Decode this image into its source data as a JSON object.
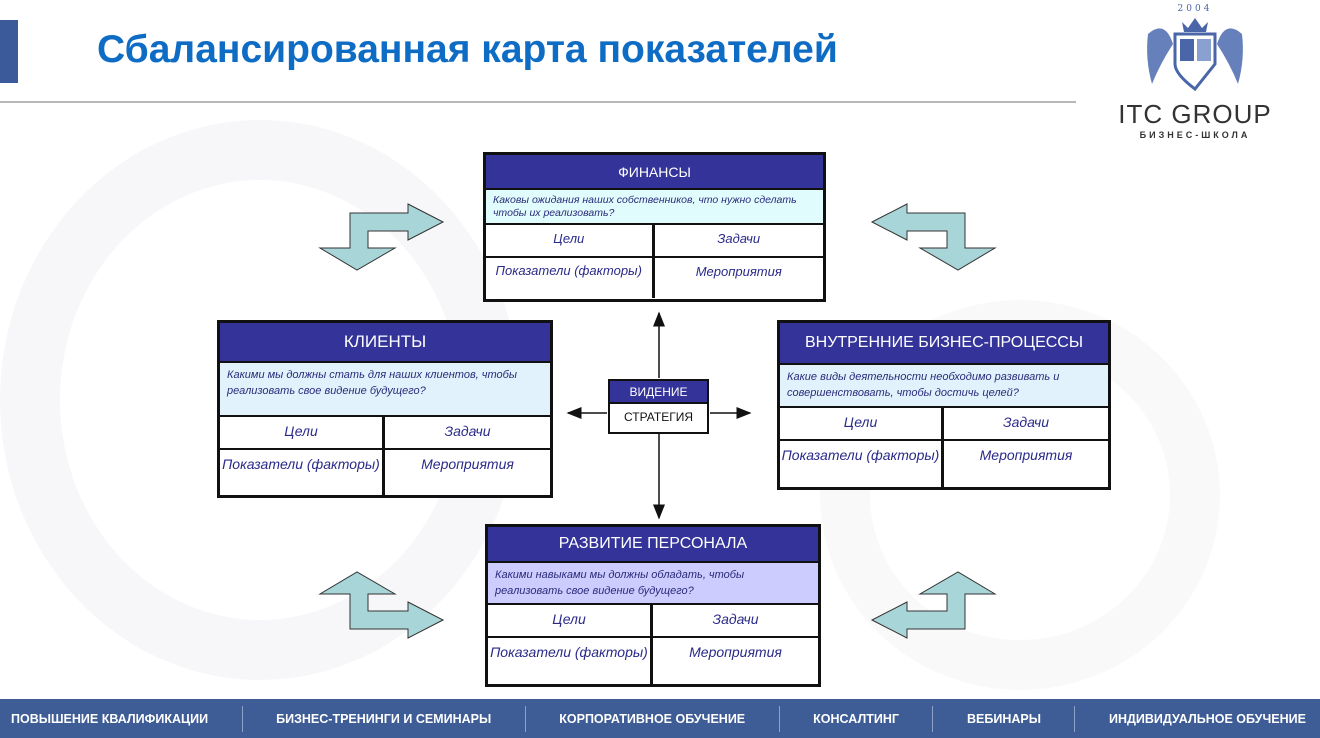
{
  "title": "Сбалансированная карта показателей",
  "logo": {
    "year": "2004",
    "name": "ITC GROUP",
    "subtitle": "БИЗНЕС-ШКОЛА"
  },
  "finance": {
    "title": "ФИНАНСЫ",
    "question": "Каковы ожидания наших собственников, что нужно сделать чтобы их реализовать?",
    "goals": "Цели",
    "tasks": "Задачи",
    "indicators": "Показатели (факторы)",
    "activities": "Мероприятия"
  },
  "clients": {
    "title": "КЛИЕНТЫ",
    "question": "Какими мы должны стать для  наших клиентов, чтобы реализовать свое видение будущего?",
    "goals": "Цели",
    "tasks": "Задачи",
    "indicators": "Показатели (факторы)",
    "activities": "Мероприятия"
  },
  "processes": {
    "title": "ВНУТРЕННИЕ БИЗНЕС-ПРОЦЕССЫ",
    "question": "Какие виды деятельности необходимо развивать и совершенствовать, чтобы достичь целей?",
    "goals": "Цели",
    "tasks": "Задачи",
    "indicators": "Показатели (факторы)",
    "activities": "Мероприятия"
  },
  "personnel": {
    "title": "РАЗВИТИЕ ПЕРСОНАЛА",
    "question": "Какими навыками мы должны обладать,  чтобы реализовать свое видение будущего?",
    "goals": "Цели",
    "tasks": "Задачи",
    "indicators": "Показатели (факторы)",
    "activities": "Мероприятия"
  },
  "center": {
    "vision": "ВИДЕНИЕ",
    "strategy": "СТРАТЕГИЯ"
  },
  "footer": [
    "ПОВЫШЕНИЕ КВАЛИФИКАЦИИ",
    "БИЗНЕС-ТРЕНИНГИ И СЕМИНАРЫ",
    "КОРПОРАТИВНОЕ ОБУЧЕНИЕ",
    "КОНСАЛТИНГ",
    "ВЕБИНАРЫ",
    "ИНДИВИДУАЛЬНОЕ ОБУЧЕНИЕ"
  ],
  "colors": {
    "header": "#333399",
    "title": "#0e6cc4",
    "footer": "#3e5c96",
    "arrow": "#a8d6d8"
  }
}
